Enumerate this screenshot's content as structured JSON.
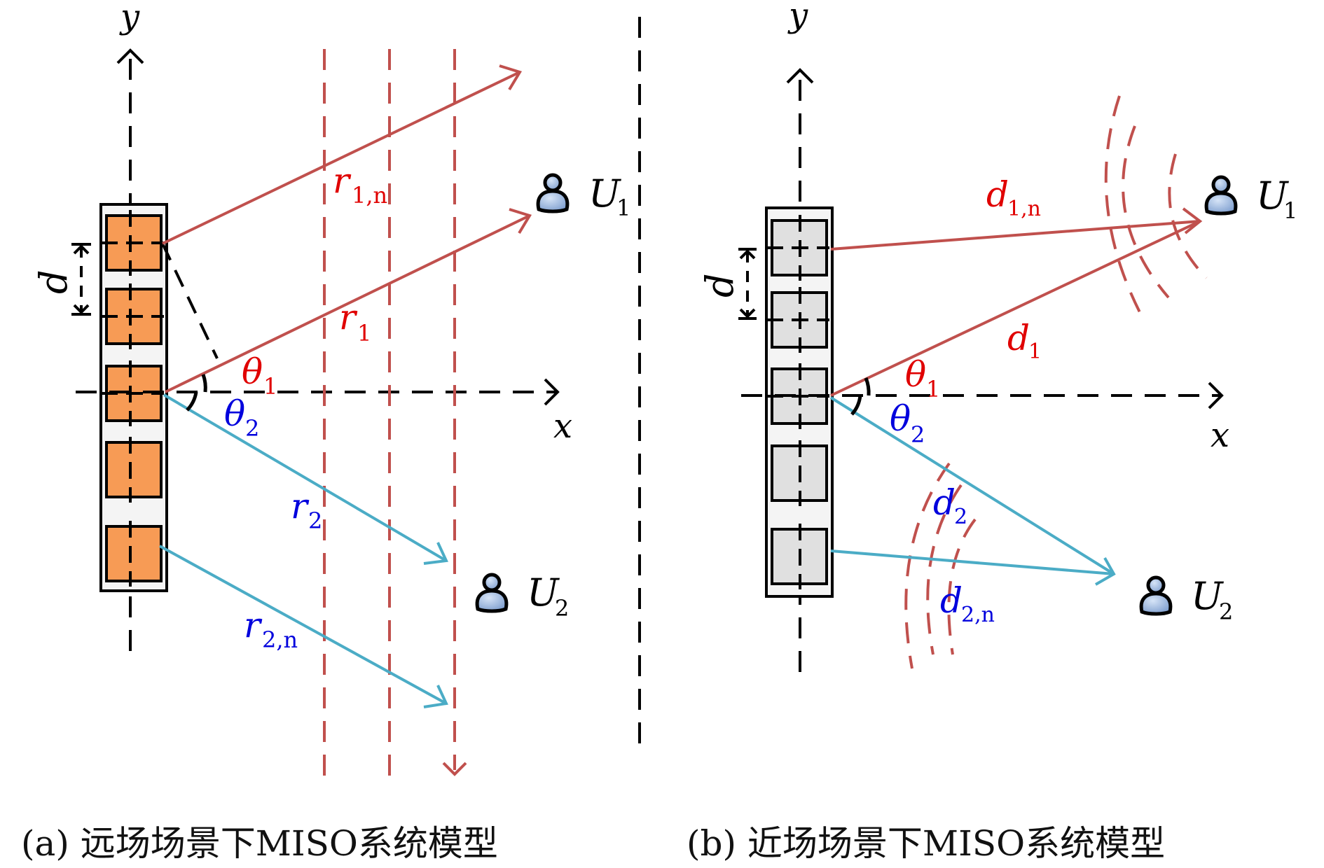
{
  "colors": {
    "axis": "#000000",
    "ray_user1": "#c0504d",
    "ray_user2": "#4bacc6",
    "label_user1": "#e00000",
    "label_user2": "#0000dd",
    "wavefront": "#c0504d",
    "element_far": "#f79b55",
    "element_near": "#e0e0e0",
    "array_bg": "#f4f4f4",
    "user_icon": "#8fb0dc"
  },
  "panel_a": {
    "axis_x": "x",
    "axis_y": "y",
    "spacing_label": "d",
    "user1": {
      "name": "U",
      "sub": "1"
    },
    "user2": {
      "name": "U",
      "sub": "2"
    },
    "theta1": {
      "sym": "θ",
      "sub": "1"
    },
    "theta2": {
      "sym": "θ",
      "sub": "2"
    },
    "r1": {
      "sym": "r",
      "sub": "1"
    },
    "r1n": {
      "sym": "r",
      "sub": "1,n"
    },
    "r2": {
      "sym": "r",
      "sub": "2"
    },
    "r2n": {
      "sym": "r",
      "sub": "2,n"
    },
    "caption": "(a) 远场场景下MISO系统模型",
    "wavefront_type": "planar"
  },
  "panel_b": {
    "axis_x": "x",
    "axis_y": "y",
    "spacing_label": "d",
    "user1": {
      "name": "U",
      "sub": "1"
    },
    "user2": {
      "name": "U",
      "sub": "2"
    },
    "theta1": {
      "sym": "θ",
      "sub": "1"
    },
    "theta2": {
      "sym": "θ",
      "sub": "2"
    },
    "d1": {
      "sym": "d",
      "sub": "1"
    },
    "d1n": {
      "sym": "d",
      "sub": "1,n"
    },
    "d2": {
      "sym": "d",
      "sub": "2"
    },
    "d2n": {
      "sym": "d",
      "sub": "2,n"
    },
    "caption": "(b) 近场场景下MISO系统模型",
    "wavefront_type": "spherical"
  }
}
